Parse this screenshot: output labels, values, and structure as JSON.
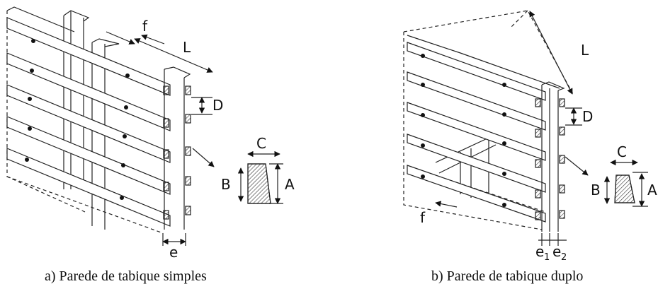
{
  "panels": [
    {
      "caption": "a) Parede de tabique simples",
      "labels": {
        "f": "f",
        "L": "L",
        "D": "D",
        "C": "C",
        "B": "B",
        "A": "A",
        "e": "e"
      }
    },
    {
      "caption": "b) Parede de tabique duplo",
      "labels": {
        "f": "f",
        "L": "L",
        "D": "D",
        "C": "C",
        "B": "B",
        "A": "A",
        "e1": "e",
        "e1_sub": "1",
        "e2": "e",
        "e2_sub": "2"
      }
    }
  ]
}
